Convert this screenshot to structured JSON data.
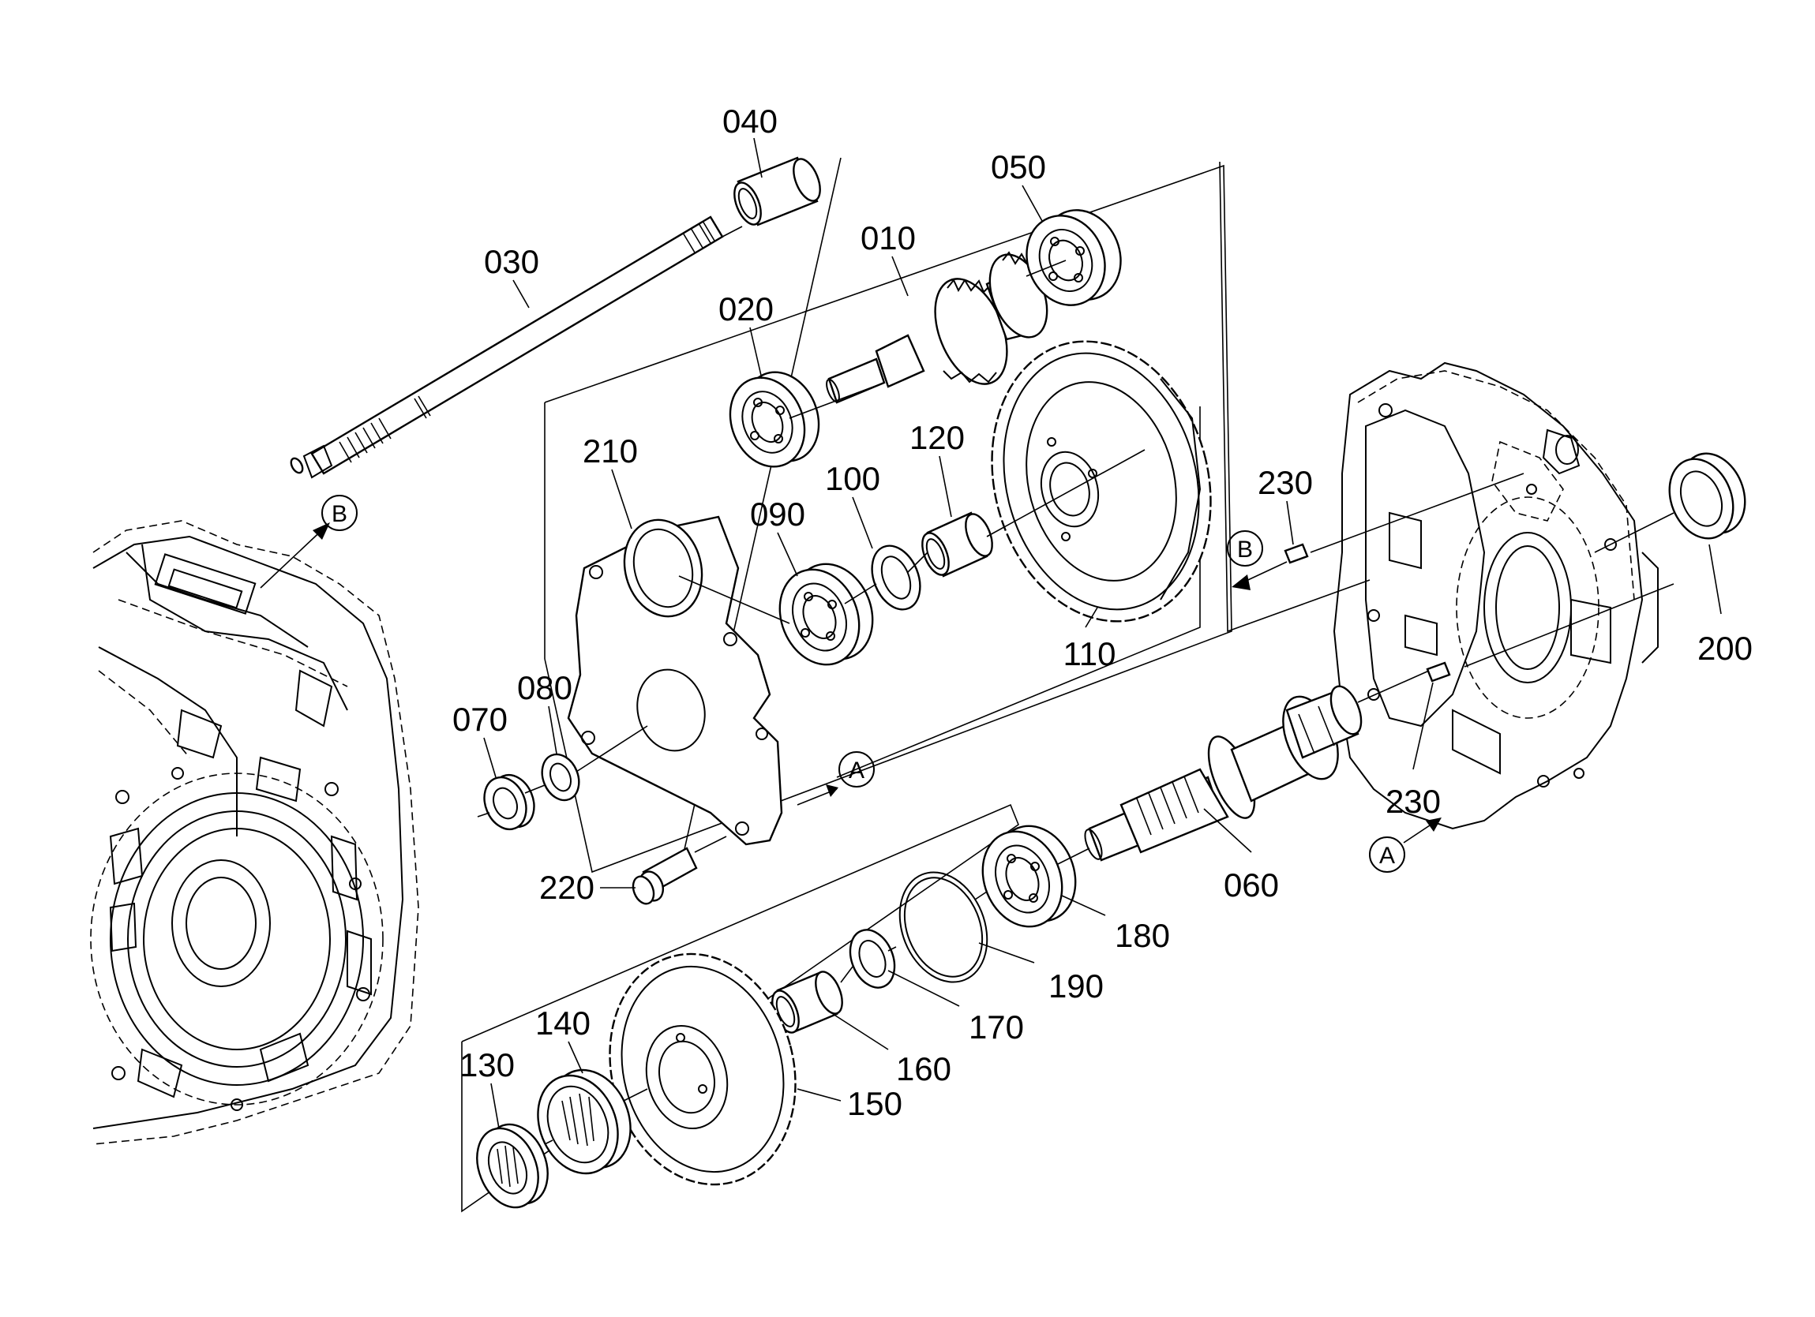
{
  "part_labels": {
    "p010": "010",
    "p020": "020",
    "p030": "030",
    "p040": "040",
    "p050": "050",
    "p060": "060",
    "p070": "070",
    "p080": "080",
    "p090": "090",
    "p100": "100",
    "p110": "110",
    "p120": "120",
    "p130": "130",
    "p140": "140",
    "p150": "150",
    "p160": "160",
    "p170": "170",
    "p180": "180",
    "p190": "190",
    "p200": "200",
    "p210": "210",
    "p220": "220",
    "p230a": "230",
    "p230b": "230"
  },
  "reference_markers": {
    "a_flange": "A",
    "a_housing": "A",
    "b_left_case": "B",
    "b_right_case": "B"
  }
}
